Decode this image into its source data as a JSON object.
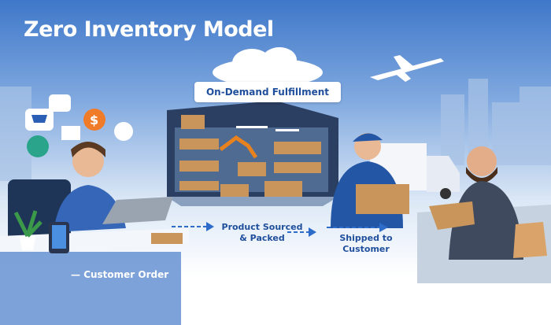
{
  "title": "Zero Inventory Model",
  "banner": "On-Demand Fulfillment",
  "steps": {
    "order": "Customer Order",
    "sourced_line1": "Product Sourced",
    "sourced_line2": "& Packed",
    "shipped_line1": "Shipped to",
    "shipped_line2": "Customer"
  },
  "colors": {
    "brand_blue": "#1f4f9c",
    "sky": "#3f78c9",
    "box": "#c9955a",
    "dollar_badge": "#f07c2a"
  }
}
